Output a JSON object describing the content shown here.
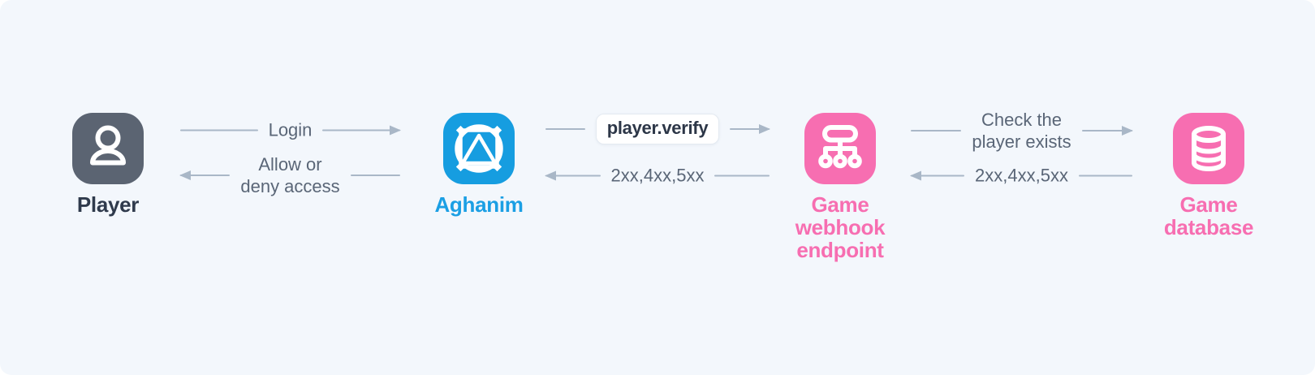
{
  "diagram": {
    "colors": {
      "background": "#F3F7FC",
      "player_slate": "#5B6472",
      "aghanim_blue": "#169DE0",
      "pink": "#F76EB1",
      "arrow_line": "#A9B7C7",
      "arrow_text": "#5A6677",
      "player_label_dark": "#2F3A4C",
      "badge_text": "#2D3748",
      "badge_background": "#FFFFFF"
    }
  },
  "nodes": [
    {
      "id": "player",
      "label": "Player",
      "icon": "user-icon"
    },
    {
      "id": "aghanim",
      "label": "Aghanim",
      "icon": "aghanim-logo-icon"
    },
    {
      "id": "game-webhook-endpoint",
      "label": "Game\nwebhook\nendpoint",
      "icon": "webhook-sitemap-icon"
    },
    {
      "id": "game-database",
      "label": "Game\ndatabase",
      "icon": "database-icon"
    }
  ],
  "arrows": [
    {
      "from": "player",
      "to": "aghanim",
      "direction": "right",
      "label": "Login"
    },
    {
      "from": "aghanim",
      "to": "player",
      "direction": "left",
      "label": "Allow or\ndeny access"
    },
    {
      "from": "aghanim",
      "to": "game-webhook-endpoint",
      "direction": "right",
      "label": "player.verify",
      "style": "badge"
    },
    {
      "from": "game-webhook-endpoint",
      "to": "aghanim",
      "direction": "left",
      "label": "2xx,4xx,5xx"
    },
    {
      "from": "game-webhook-endpoint",
      "to": "game-database",
      "direction": "right",
      "label": "Check the\nplayer exists"
    },
    {
      "from": "game-database",
      "to": "game-webhook-endpoint",
      "direction": "left",
      "label": "2xx,4xx,5xx"
    }
  ]
}
